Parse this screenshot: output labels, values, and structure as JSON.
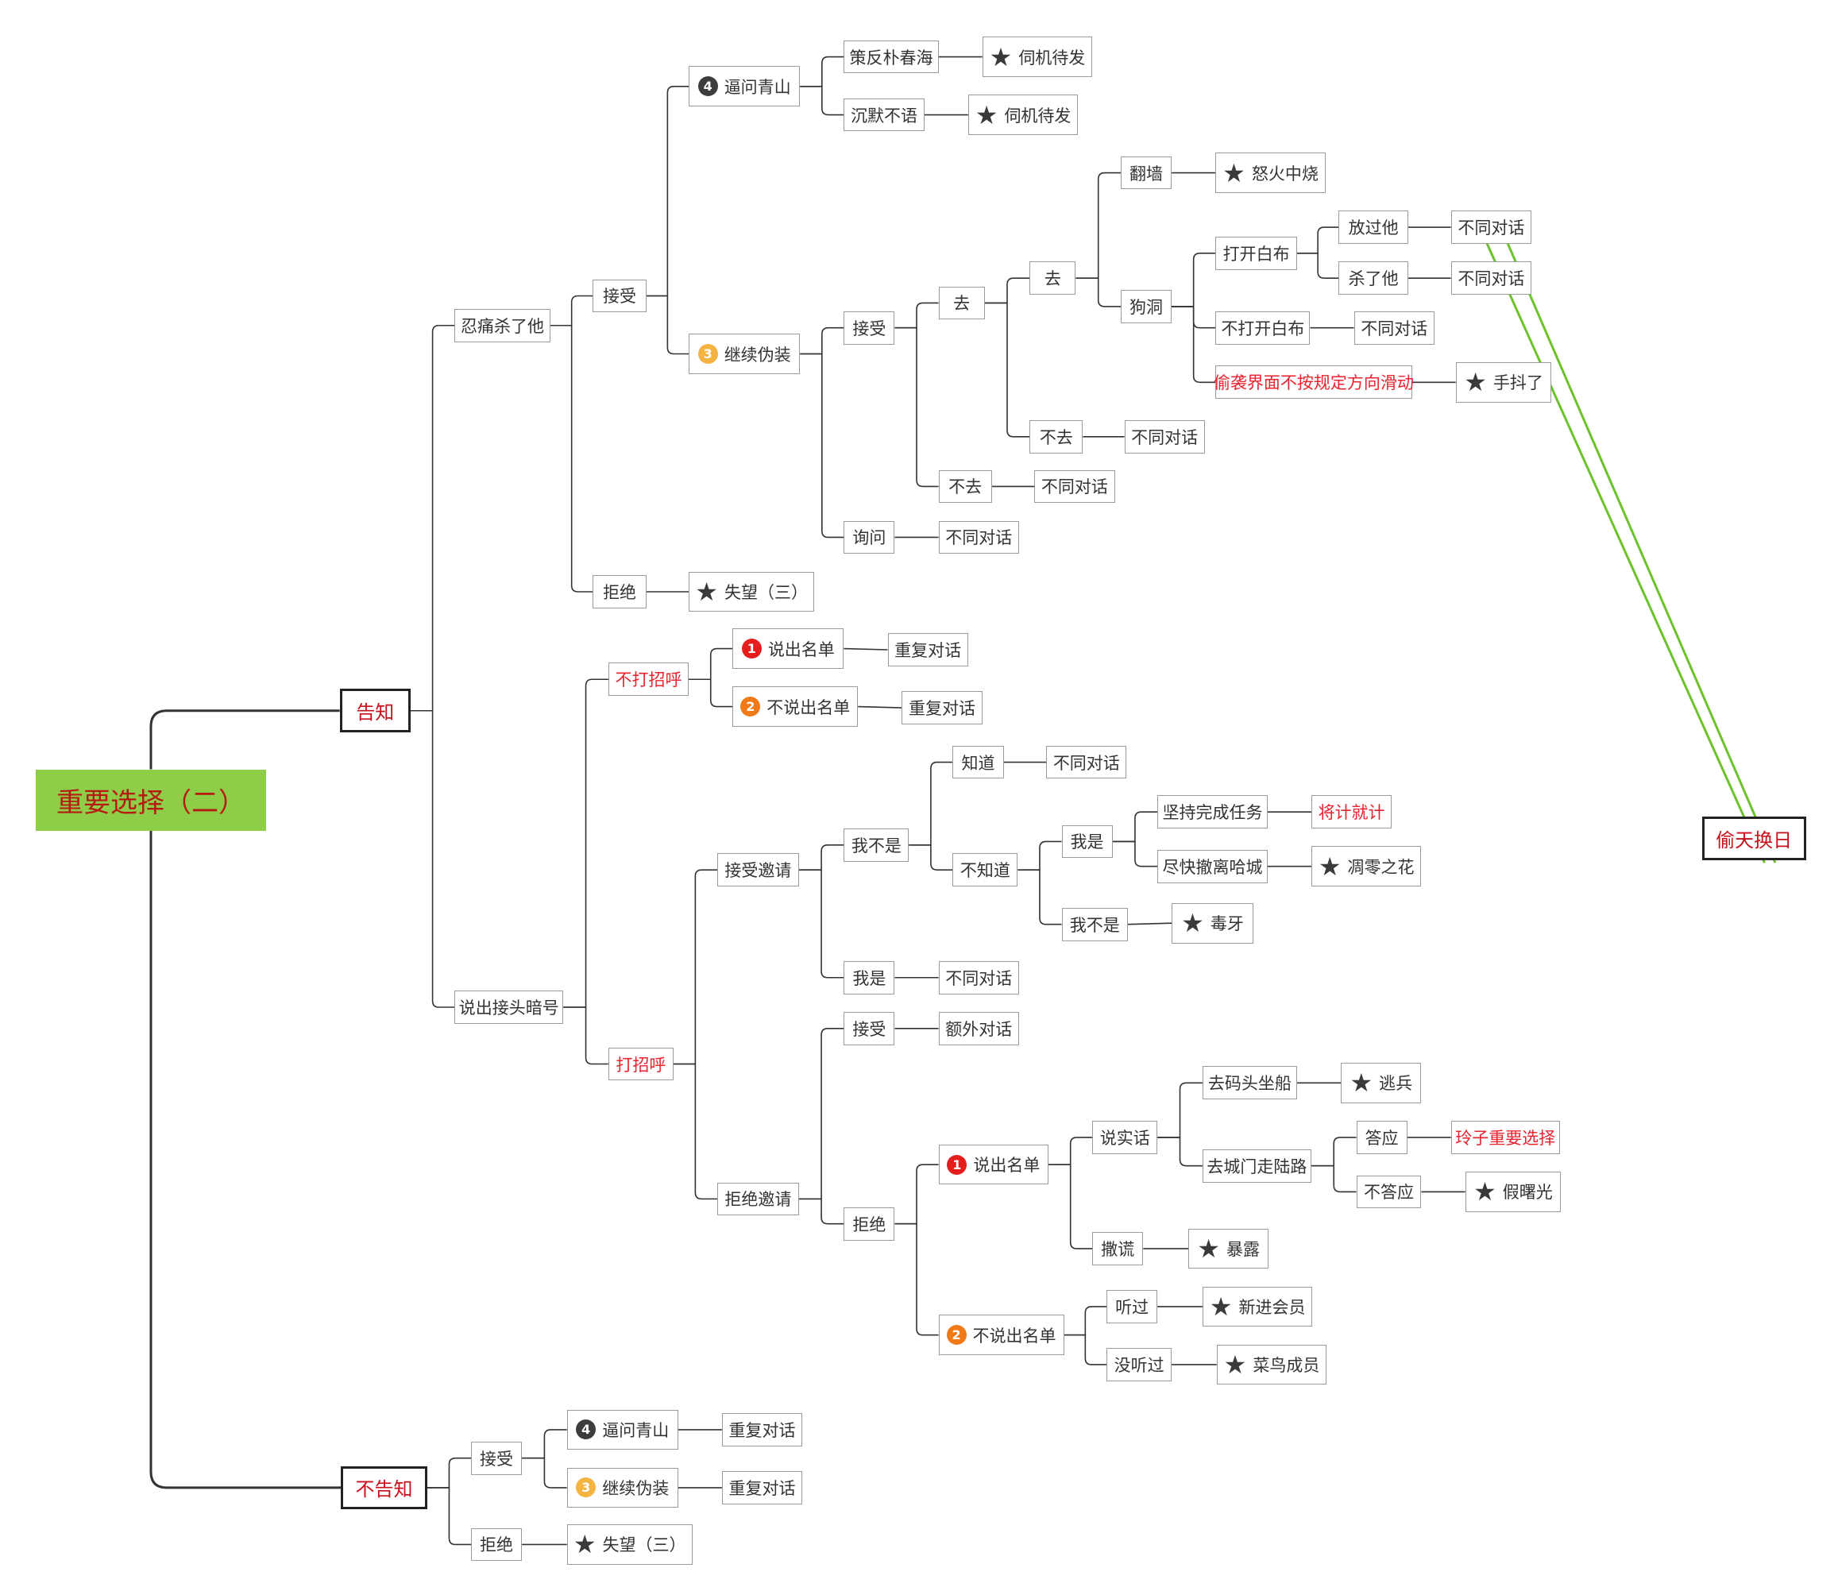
{
  "title": "重要选择（二）",
  "badge_colors": {
    "1": "#e61d1d",
    "2": "#f07a18",
    "3": "#f5b342",
    "4": "#3d3d3d"
  },
  "edge_colors": {
    "tree": "#333333",
    "summary": "#6cc22b"
  },
  "nodes": {
    "root": {
      "text": "重要选择（二）"
    },
    "gz": {
      "text": "告知"
    },
    "bgz": {
      "text": "不告知"
    },
    "rtsl": {
      "text": "忍痛杀了他"
    },
    "sjth": {
      "text": "说出接头暗号"
    },
    "js1": {
      "text": "接受"
    },
    "jj1": {
      "text": "拒绝"
    },
    "bwqs1": {
      "text": "逼问青山",
      "badge": "4"
    },
    "jxwz1": {
      "text": "继续伪装",
      "badge": "3"
    },
    "cfpch": {
      "text": "策反朴春海"
    },
    "cmby": {
      "text": "沉默不语"
    },
    "sjdf1": {
      "text": "伺机待发",
      "star": "star-icon"
    },
    "sjdf2": {
      "text": "伺机待发",
      "star": "star-icon"
    },
    "js2": {
      "text": "接受"
    },
    "xw": {
      "text": "询问"
    },
    "xw_r": {
      "text": "不同对话"
    },
    "q1": {
      "text": "去"
    },
    "bq1": {
      "text": "不去"
    },
    "bq1_r": {
      "text": "不同对话"
    },
    "q2": {
      "text": "去"
    },
    "bq2": {
      "text": "不去"
    },
    "bq2_r": {
      "text": "不同对话"
    },
    "fq": {
      "text": "翻墙"
    },
    "nhzs": {
      "text": "怒火中烧",
      "star": "star-icon"
    },
    "gd": {
      "text": "狗洞"
    },
    "dkbb": {
      "text": "打开白布"
    },
    "fgt": {
      "text": "放过他"
    },
    "fgt_r": {
      "text": "不同对话"
    },
    "slt": {
      "text": "杀了他"
    },
    "slt_r": {
      "text": "不同对话"
    },
    "bdkbb": {
      "text": "不打开白布"
    },
    "bdkbb_r": {
      "text": "不同对话"
    },
    "txjm": {
      "text": "偷袭界面不按规定方向滑动"
    },
    "sdl": {
      "text": "手抖了",
      "star": "star-icon"
    },
    "sw1": {
      "text": "失望（三）",
      "star": "star-icon"
    },
    "bdzh": {
      "text": "不打招呼"
    },
    "dzh": {
      "text": "打招呼"
    },
    "scmd1": {
      "text": "说出名单",
      "badge": "1"
    },
    "scmd1_r": {
      "text": "重复对话"
    },
    "bscmd1": {
      "text": "不说出名单",
      "badge": "2"
    },
    "bscmd1_r": {
      "text": "重复对话"
    },
    "jsyq": {
      "text": "接受邀请"
    },
    "jjyq": {
      "text": "拒绝邀请"
    },
    "wbs1": {
      "text": "我不是"
    },
    "ws1": {
      "text": "我是"
    },
    "ws1_r": {
      "text": "不同对话"
    },
    "zd": {
      "text": "知道"
    },
    "zd_r": {
      "text": "不同对话"
    },
    "bzd": {
      "text": "不知道"
    },
    "ws2": {
      "text": "我是"
    },
    "wbs2": {
      "text": "我不是"
    },
    "jcwc": {
      "text": "坚持完成任务"
    },
    "jjjj": {
      "text": "将计就计"
    },
    "jkcl": {
      "text": "尽快撤离哈城"
    },
    "dlzh": {
      "text": "凋零之花",
      "star": "star-icon"
    },
    "dy": {
      "text": "毒牙",
      "star": "star-icon"
    },
    "js3": {
      "text": "接受"
    },
    "js3_r": {
      "text": "额外对话"
    },
    "jj3": {
      "text": "拒绝"
    },
    "scmd2": {
      "text": "说出名单",
      "badge": "1"
    },
    "bscmd2": {
      "text": "不说出名单",
      "badge": "2"
    },
    "ssh": {
      "text": "说实话"
    },
    "sh": {
      "text": "撒谎"
    },
    "bl1": {
      "text": "暴露",
      "star": "star-icon"
    },
    "qmtzc": {
      "text": "去码头坐船"
    },
    "tb": {
      "text": "逃兵",
      "star": "star-icon"
    },
    "qcmzl": {
      "text": "去城门走陆路"
    },
    "dy2": {
      "text": "答应"
    },
    "lzzx": {
      "text": "玲子重要选择"
    },
    "bdy": {
      "text": "不答应"
    },
    "jsg": {
      "text": "假曙光",
      "star": "star-icon"
    },
    "tg": {
      "text": "听过"
    },
    "xjhy": {
      "text": "新进会员",
      "star": "star-icon"
    },
    "mtg": {
      "text": "没听过"
    },
    "cncy": {
      "text": "菜鸟成员",
      "star": "star-icon"
    },
    "js4": {
      "text": "接受"
    },
    "jj4": {
      "text": "拒绝"
    },
    "bwqs2": {
      "text": "逼问青山",
      "badge": "4"
    },
    "bwqs2_r": {
      "text": "重复对话"
    },
    "jxwz2": {
      "text": "继续伪装",
      "badge": "3"
    },
    "jxwz2_r": {
      "text": "重复对话"
    },
    "sw2": {
      "text": "失望（三）",
      "star": "star-icon"
    },
    "tthr": {
      "text": "偷天换日"
    }
  }
}
